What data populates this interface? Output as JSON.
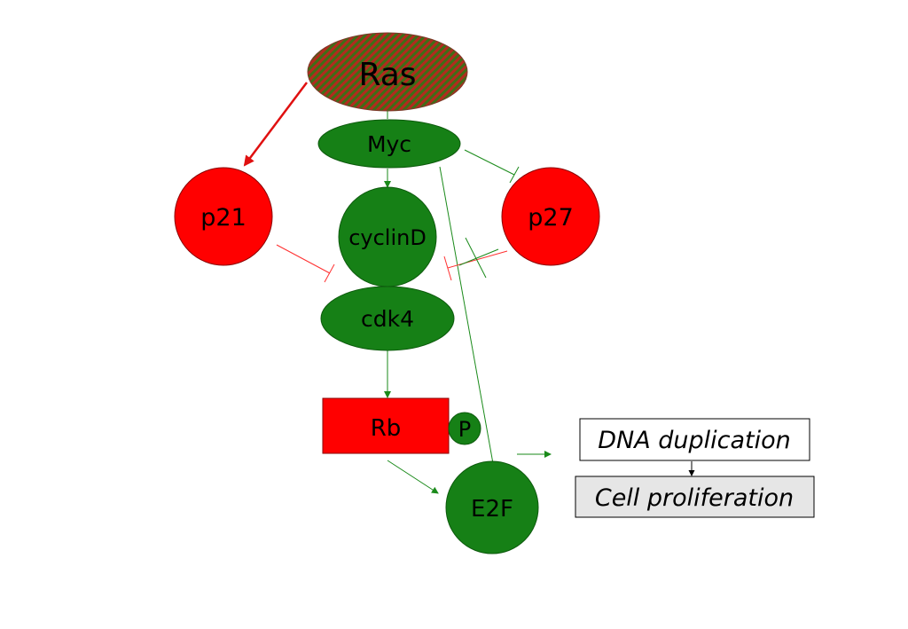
{
  "nodes": {
    "ras": "Ras",
    "myc": "Myc",
    "p21": "p21",
    "cyclind": "cyclinD",
    "p27": "p27",
    "cdk4": "cdk4",
    "rb": "Rb",
    "p": "P",
    "e2f": "E2F",
    "dna": "DNA duplication",
    "cell": "Cell proliferation"
  },
  "colors": {
    "green": "#168016",
    "red": "#ff0000",
    "ras_hatch_red": "#d42020",
    "ras_hatch_green": "#2d6d10",
    "cell_box_fill": "#e6e6e6",
    "inhibition_red": "#ff3030",
    "edge_green": "#1a8a1a"
  }
}
